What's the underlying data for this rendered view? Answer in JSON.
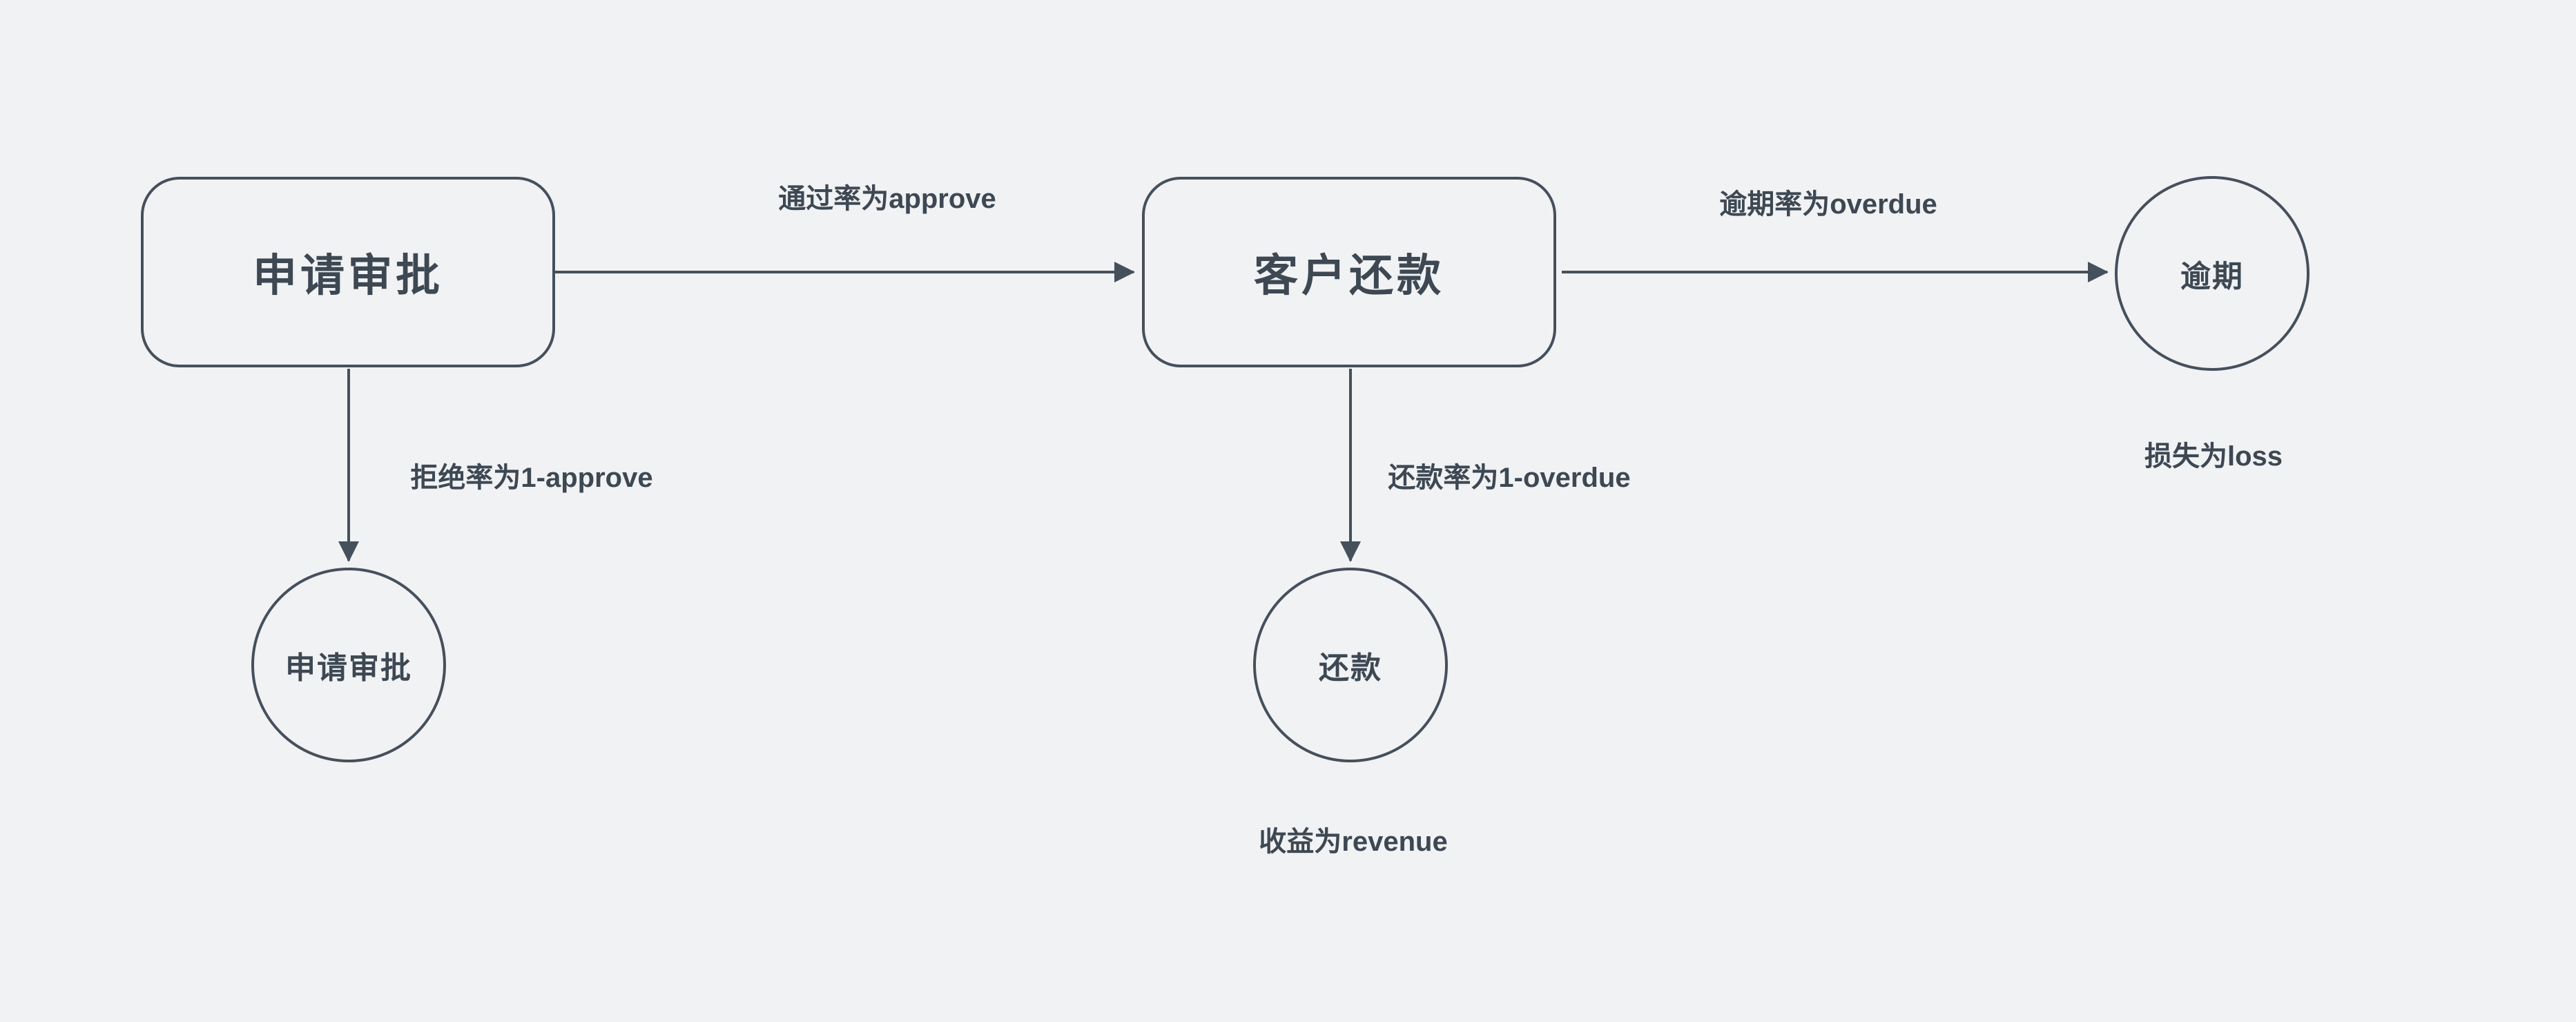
{
  "colors": {
    "background": "#f1f2f4",
    "stroke": "#45505c",
    "text": "#3d4853"
  },
  "diagram": {
    "type": "flowchart",
    "nodes": [
      {
        "id": "approval",
        "shape": "rounded-rect",
        "label": "申请审批"
      },
      {
        "id": "repayment",
        "shape": "rounded-rect",
        "label": "客户还款"
      },
      {
        "id": "overdue-circle",
        "shape": "circle",
        "label": "逾期"
      },
      {
        "id": "approval-circle",
        "shape": "circle",
        "label": "申请审批"
      },
      {
        "id": "repay-circle",
        "shape": "circle",
        "label": "还款"
      }
    ],
    "edges": [
      {
        "from": "approval",
        "to": "repayment",
        "label": "通过率为approve"
      },
      {
        "from": "repayment",
        "to": "overdue-circle",
        "label": "逾期率为overdue"
      },
      {
        "from": "approval",
        "to": "approval-circle",
        "label": "拒绝率为1-approve"
      },
      {
        "from": "repayment",
        "to": "repay-circle",
        "label": "还款率为1-overdue"
      }
    ],
    "annotations": [
      {
        "attached_to": "overdue-circle",
        "text": "损失为loss"
      },
      {
        "attached_to": "repay-circle",
        "text": "收益为revenue"
      }
    ]
  }
}
